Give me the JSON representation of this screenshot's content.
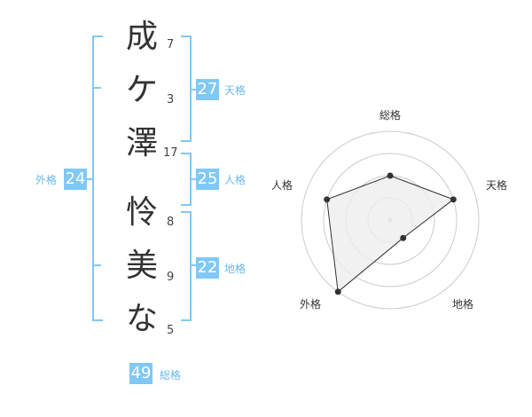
{
  "name_chars": [
    {
      "char": "成",
      "strokes": "7"
    },
    {
      "char": "ケ",
      "strokes": "3"
    },
    {
      "char": "澤",
      "strokes": "17"
    },
    {
      "char": "怜",
      "strokes": "8"
    },
    {
      "char": "美",
      "strokes": "9"
    },
    {
      "char": "な",
      "strokes": "5"
    }
  ],
  "fortunes": {
    "tenkaku": {
      "value": "27",
      "label": "天格"
    },
    "jinkaku": {
      "value": "25",
      "label": "人格"
    },
    "chikaku": {
      "value": "22",
      "label": "地格"
    },
    "gaikaku": {
      "value": "24",
      "label": "外格"
    },
    "soukaku": {
      "value": "49",
      "label": "総格"
    }
  },
  "radar": {
    "axes": [
      "総格",
      "天格",
      "地格",
      "外格",
      "人格"
    ],
    "levels": 4,
    "scores": [
      2,
      3,
      1,
      4,
      3
    ],
    "max": 4,
    "fill_color": "#eeeeee",
    "line_color": "#333333"
  },
  "colors": {
    "accent": "#7fc8f8",
    "accent_text": "#6bb8ea"
  }
}
